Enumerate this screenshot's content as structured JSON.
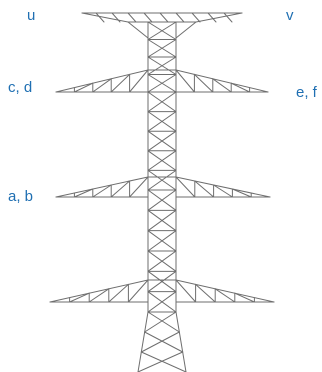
{
  "labels": {
    "u": "u",
    "v": "v",
    "cd": "c, d",
    "ef": "e, f",
    "ab": "a, b"
  },
  "colors": {
    "label": "#1f6fb2",
    "structure": "#6e6e6e"
  }
}
